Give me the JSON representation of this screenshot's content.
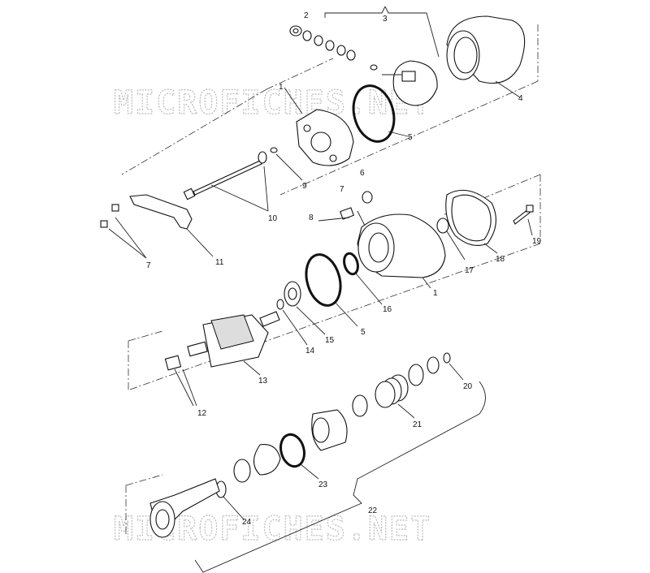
{
  "watermarks": [
    "MICROFICHES.NET",
    "MICROFICHES.NET"
  ],
  "callouts": {
    "c1a": "1",
    "c1b": "1",
    "c2": "2",
    "c3": "3",
    "c4": "4",
    "c5a": "5",
    "c5b": "5",
    "c6": "6",
    "c7a": "7",
    "c7b": "7",
    "c8": "8",
    "c9": "9",
    "c10": "10",
    "c11": "11",
    "c12": "12",
    "c13": "13",
    "c14": "14",
    "c15": "15",
    "c16": "16",
    "c17": "17",
    "c18": "18",
    "c19": "19",
    "c20": "20",
    "c21": "21",
    "c22": "22",
    "c23": "23",
    "c24": "24"
  }
}
